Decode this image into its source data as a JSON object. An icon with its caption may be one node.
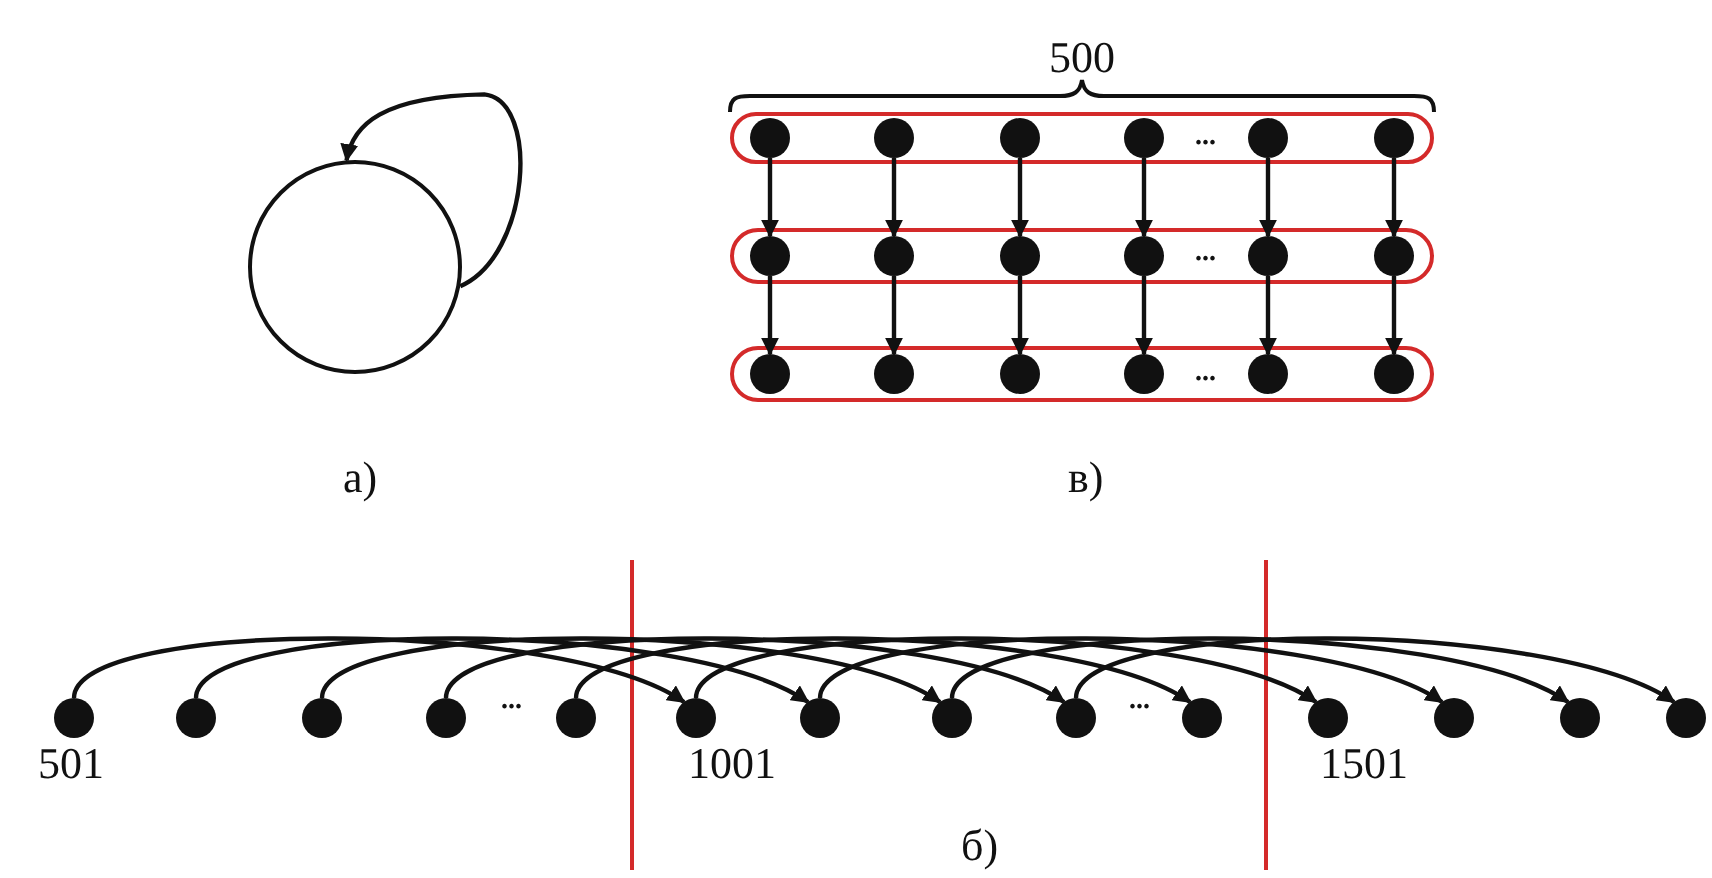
{
  "diagram": {
    "nodes": [
      {
        "text": [],
        "shape": "circle"
      },
      {
        "text": [],
        "shape": "box"
      },
      {
        "text": [],
        "shape": "circle",
        "in": 1
      },
      {
        "text": [],
        "shape": "circle",
        "in": 1
      },
      {
        "text": [],
        "shape": "circle",
        "in": 1
      },
      {
        "text": [],
        "shape": "circle",
        "in": 1
      },
      {
        "text": [],
        "shape": "circle",
        "in": 1
      },
      {
        "text": [],
        "shape": "circle",
        "in": 1
      },
      {
        "text": [],
        "shape": "box"
      },
      {
        "text": [],
        "shape": "circle",
        "in": 8
      },
      {
        "text": [],
        "shape": "circle",
        "in": 8
      },
      {
        "text": [],
        "shape": "circle",
        "in": 8
      },
      {
        "text": [],
        "shape": "circle",
        "in": 8
      },
      {
        "text": [],
        "shape": "circle",
        "in": 8
      },
      {
        "text": [],
        "shape": "circle",
        "in": 8
      },
      {
        "text": [],
        "shape": "box"
      },
      {
        "text": [],
        "shape": "circle",
        "in": 15
      },
      {
        "text": [],
        "shape": "circle",
        "in": 15
      },
      {
        "text": [],
        "shape": "circle",
        "in": 15
      },
      {
        "text": [],
        "shape": "circle",
        "in": 15
      },
      {
        "text": [],
        "shape": "circle",
        "in": 15
      },
      {
        "text": [],
        "shape": "circle",
        "in": 15
      },
      {
        "text": [],
        "shape": "circle",
        "beside": [
          "501"
        ]
      },
      {
        "text": [],
        "shape": "circle"
      },
      {
        "text": [],
        "shape": "circle"
      },
      {
        "text": [],
        "shape": "circle"
      },
      {
        "text": [],
        "shape": "circle"
      },
      {
        "text": [],
        "shape": "circle",
        "beside": [
          "1001"
        ]
      },
      {
        "text": [],
        "shape": "circle"
      },
      {
        "text": [],
        "shape": "circle"
      },
      {
        "text": [],
        "shape": "circle"
      },
      {
        "text": [],
        "shape": "circle"
      },
      {
        "text": [],
        "shape": "circle",
        "beside": [
          "1501"
        ]
      },
      {
        "text": [],
        "shape": "circle"
      },
      {
        "text": [],
        "shape": "circle"
      },
      {
        "text": [],
        "shape": "circle"
      }
    ],
    "edges": [
      {
        "from": 0,
        "to": 0,
        "arrow": "to"
      },
      {
        "from": 2,
        "to": 9,
        "arrow": "to"
      },
      {
        "from": 3,
        "to": 10,
        "arrow": "to"
      },
      {
        "from": 4,
        "to": 11,
        "arrow": "to"
      },
      {
        "from": 5,
        "to": 12,
        "arrow": "to"
      },
      {
        "from": 6,
        "to": 13,
        "arrow": "to"
      },
      {
        "from": 7,
        "to": 14,
        "arrow": "to"
      },
      {
        "from": 9,
        "to": 16,
        "arrow": "to"
      },
      {
        "from": 10,
        "to": 17,
        "arrow": "to"
      },
      {
        "from": 11,
        "to": 18,
        "arrow": "to"
      },
      {
        "from": 12,
        "to": 19,
        "arrow": "to"
      },
      {
        "from": 13,
        "to": 20,
        "arrow": "to"
      },
      {
        "from": 14,
        "to": 21,
        "arrow": "to"
      },
      {
        "from": 22,
        "to": 27,
        "arrow": "to"
      },
      {
        "from": 23,
        "to": 28,
        "arrow": "to"
      },
      {
        "from": 24,
        "to": 29,
        "arrow": "to"
      },
      {
        "from": 25,
        "to": 30,
        "arrow": "to"
      },
      {
        "from": 26,
        "to": 31,
        "arrow": "to"
      },
      {
        "from": 27,
        "to": 32,
        "arrow": "to"
      },
      {
        "from": 28,
        "to": 33,
        "arrow": "to"
      },
      {
        "from": 29,
        "to": 34,
        "arrow": "to"
      },
      {
        "from": 30,
        "to": 35,
        "arrow": "to"
      }
    ],
    "labels": [
      "500",
      "...",
      "...",
      "...",
      "а)",
      "в)",
      "...",
      "...",
      "б)"
    ]
  }
}
